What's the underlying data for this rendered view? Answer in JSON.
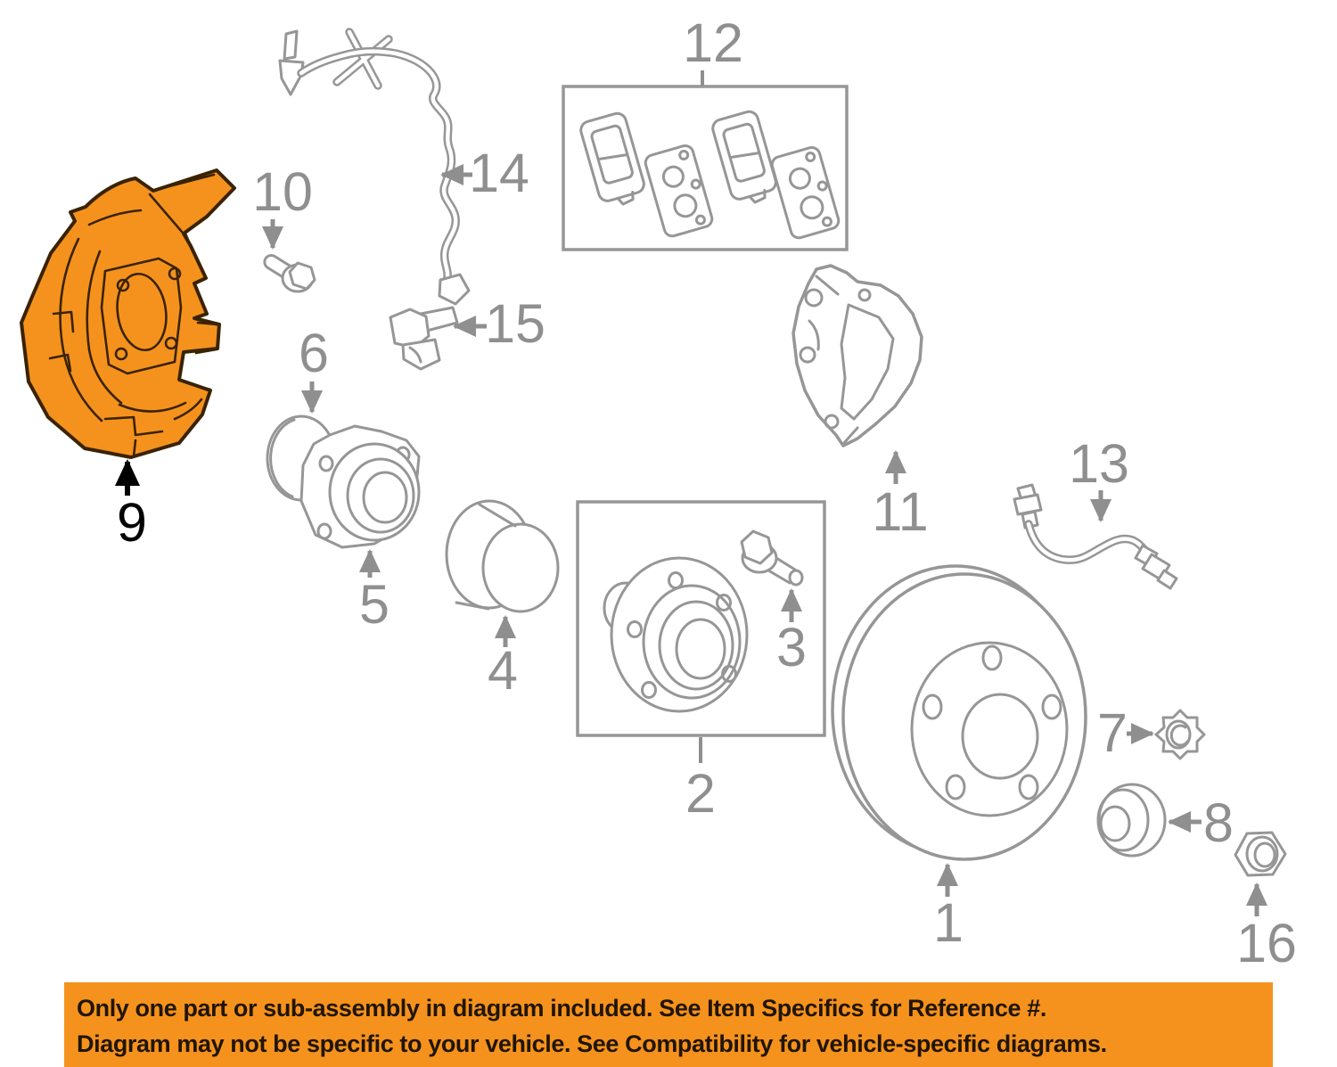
{
  "diagram": {
    "background": "#FFFFFF",
    "line_color": "#969696",
    "label_color": "#8F8F8F",
    "highlight_fill": "#F5921E",
    "highlight_stroke": "#3A2300",
    "highlighted_callout": "9",
    "callouts": [
      {
        "label": "1"
      },
      {
        "label": "2"
      },
      {
        "label": "3"
      },
      {
        "label": "4"
      },
      {
        "label": "5"
      },
      {
        "label": "6"
      },
      {
        "label": "7"
      },
      {
        "label": "8"
      },
      {
        "label": "9"
      },
      {
        "label": "10"
      },
      {
        "label": "11"
      },
      {
        "label": "12"
      },
      {
        "label": "13"
      },
      {
        "label": "14"
      },
      {
        "label": "15"
      },
      {
        "label": "16"
      }
    ]
  },
  "banner": {
    "background": "#F5921E",
    "text_color": "#201500",
    "line1": "Only one part or sub-assembly in diagram included. See Item Specifics for Reference #.",
    "line2": "Diagram may not be specific to your vehicle. See Compatibility for vehicle-specific diagrams."
  }
}
